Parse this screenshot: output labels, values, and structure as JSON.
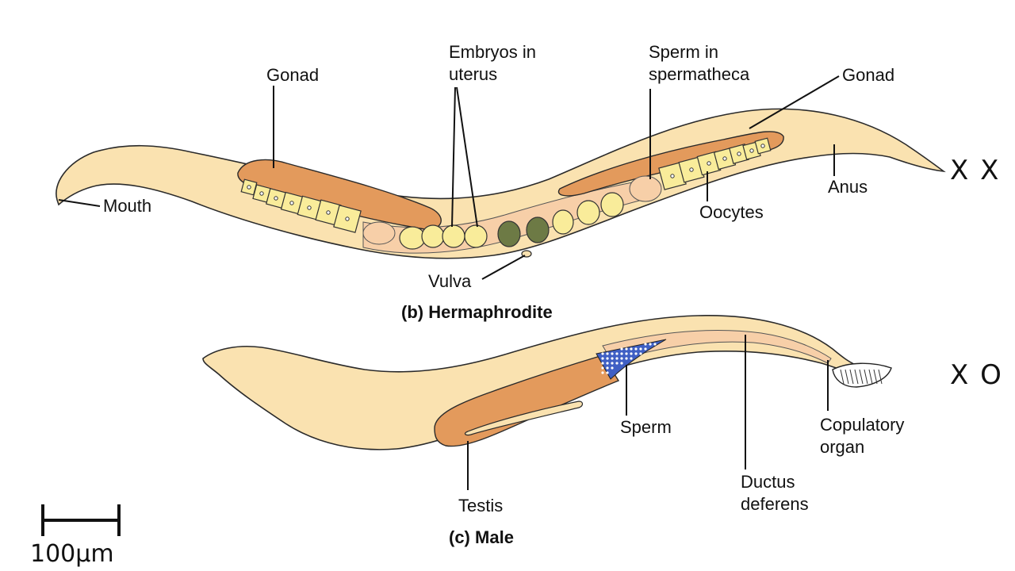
{
  "hermaphrodite": {
    "labels": {
      "gonad_left": "Gonad",
      "embryos_line1": "Embryos in",
      "embryos_line2": "uterus",
      "sperm_line1": "Sperm in",
      "sperm_line2": "spermatheca",
      "gonad_right": "Gonad",
      "mouth": "Mouth",
      "anus": "Anus",
      "oocytes": "Oocytes",
      "vulva": "Vulva"
    },
    "caption_prefix": "(b)",
    "caption_name": "Hermaphrodite",
    "karyotype": "X X"
  },
  "male": {
    "labels": {
      "sperm": "Sperm",
      "copulatory_line1": "Copulatory",
      "copulatory_line2": "organ",
      "testis": "Testis",
      "ductus_line1": "Ductus",
      "ductus_line2": "deferens"
    },
    "caption_prefix": "(c)",
    "caption_name": "Male",
    "karyotype": "X O"
  },
  "scale_bar": {
    "label": "100µm"
  },
  "colors": {
    "body": "#fae2b0",
    "gonad": "#e39a5c",
    "oocyte": "#f9ec9a",
    "sperm": "#3f5fc4"
  }
}
